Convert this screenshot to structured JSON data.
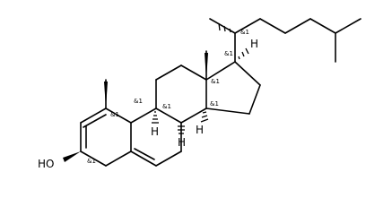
{
  "atom_labels": {
    "hydroxyl": "HO",
    "h_c8": "H",
    "h_c9": "H",
    "h_c14": "H",
    "h_c17": "H"
  },
  "stereo_labels": {
    "c3": "&1",
    "c8": "&1",
    "c9": "&1",
    "c10": "&1",
    "c13": "&1",
    "c14": "&1",
    "c17": "&1",
    "c20": "&1"
  }
}
